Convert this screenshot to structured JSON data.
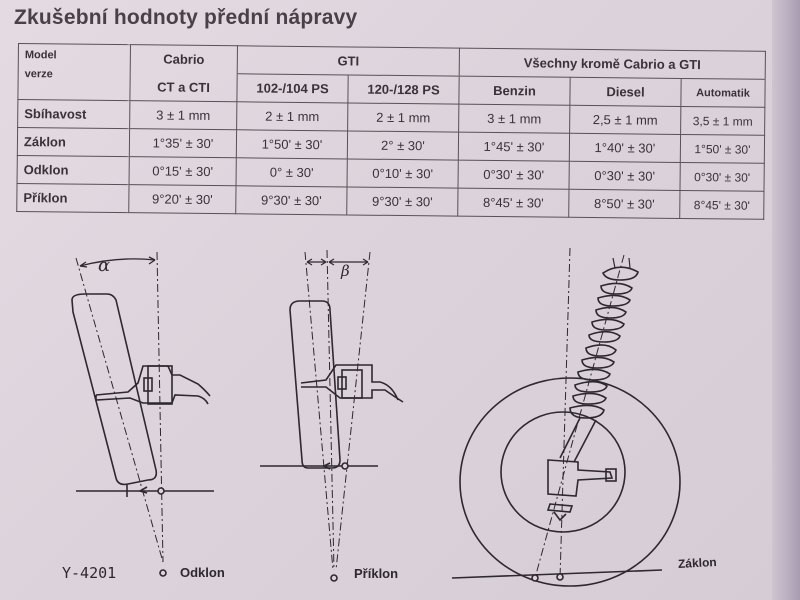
{
  "title": "Zkušební hodnoty přední nápravy",
  "table": {
    "header": {
      "model_label_line1": "Model",
      "model_label_line2": "verze",
      "groups": [
        {
          "label": "Cabrio",
          "sub": [
            "CT a CTI"
          ]
        },
        {
          "label": "GTI",
          "sub": [
            "102-/104 PS",
            "120-/128 PS"
          ]
        },
        {
          "label": "Všechny kromě Cabrio a GTI",
          "sub": [
            "Benzin",
            "Diesel",
            "Automatik"
          ]
        }
      ]
    },
    "rows": [
      {
        "label": "Sbíhavost",
        "values": [
          "3 ± 1 mm",
          "2 ± 1 mm",
          "2 ± 1 mm",
          "3 ± 1 mm",
          "2,5 ± 1 mm",
          "3,5 ± 1 mm"
        ]
      },
      {
        "label": "Záklon",
        "values": [
          "1°35' ± 30'",
          "1°50' ± 30'",
          "2° ± 30'",
          "1°45' ± 30'",
          "1°40' ± 30'",
          "1°50' ± 30'"
        ]
      },
      {
        "label": "Odklon",
        "values": [
          "0°15' ± 30'",
          "0° ± 30'",
          "0°10' ± 30'",
          "0°30' ± 30'",
          "0°30' ± 30'",
          "0°30' ± 30'"
        ]
      },
      {
        "label": "Příklon",
        "values": [
          "9°20' ± 30'",
          "9°30' ± 30'",
          "9°30' ± 30'",
          "8°45' ± 30'",
          "8°50' ± 30'",
          "8°45' ± 30'"
        ]
      }
    ]
  },
  "diagrams": {
    "figure_code": "Y-4201",
    "odklon": {
      "label": "Odklon",
      "angle_symbol": "α"
    },
    "priklon": {
      "label": "Příklon",
      "angle_symbol": "β"
    },
    "zaklon": {
      "label": "Záklon"
    }
  },
  "colors": {
    "paper": "#ddd3dc",
    "ink": "#3a3238"
  }
}
